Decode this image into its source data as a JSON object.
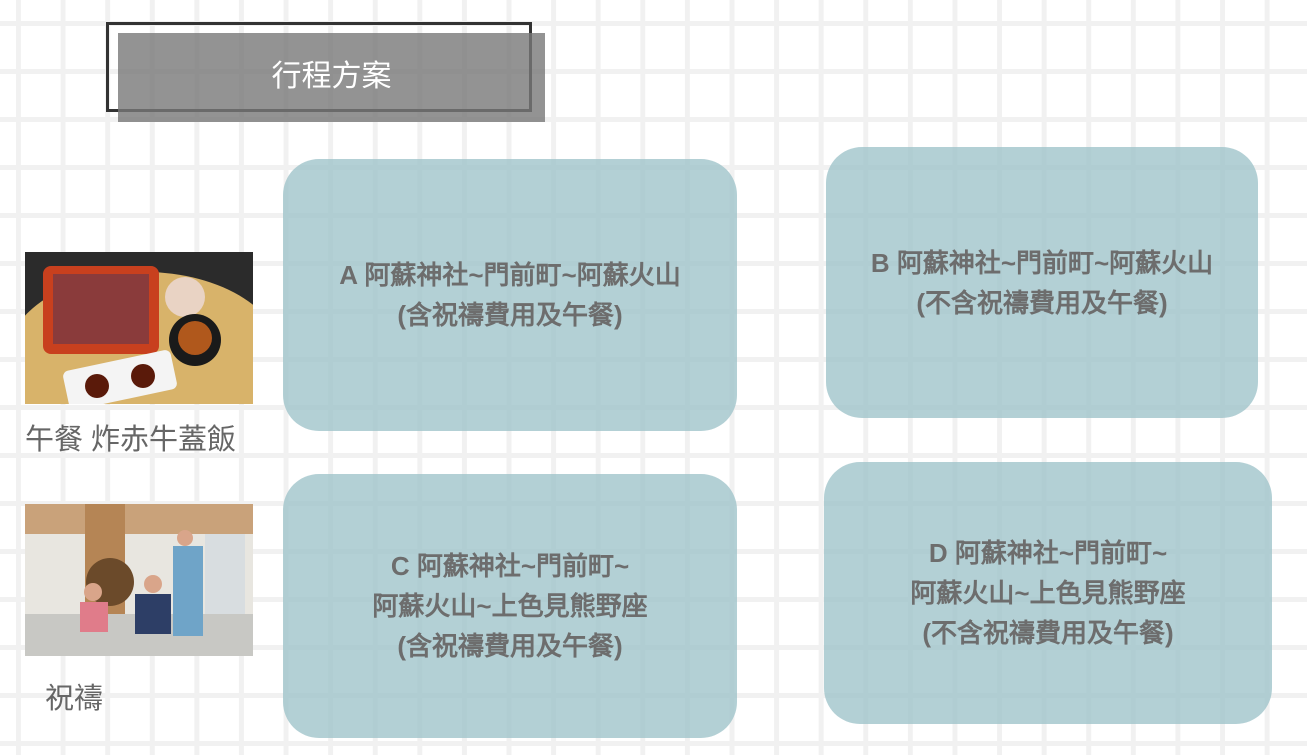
{
  "header": {
    "title": "行程方案"
  },
  "sidebar": [
    {
      "caption": "午餐 炸赤牛蓋飯",
      "image": "lunch-photo"
    },
    {
      "caption": "祝禱",
      "image": "prayer-photo"
    }
  ],
  "plans": [
    {
      "lines": [
        "A 阿蘇神社~門前町~阿蘇火山",
        "(含祝禱費用及午餐)"
      ]
    },
    {
      "lines": [
        "B 阿蘇神社~門前町~阿蘇火山",
        "(不含祝禱費用及午餐)"
      ]
    },
    {
      "lines": [
        "C 阿蘇神社~門前町~",
        "阿蘇火山~上色見熊野座",
        "(含祝禱費用及午餐)"
      ]
    },
    {
      "lines": [
        "D 阿蘇神社~門前町~",
        "阿蘇火山~上色見熊野座",
        "(不含祝禱費用及午餐)"
      ]
    }
  ],
  "colors": {
    "card": "#a0c4cb",
    "text": "#6d6d6d",
    "title_bg": "#8f8f8f"
  }
}
